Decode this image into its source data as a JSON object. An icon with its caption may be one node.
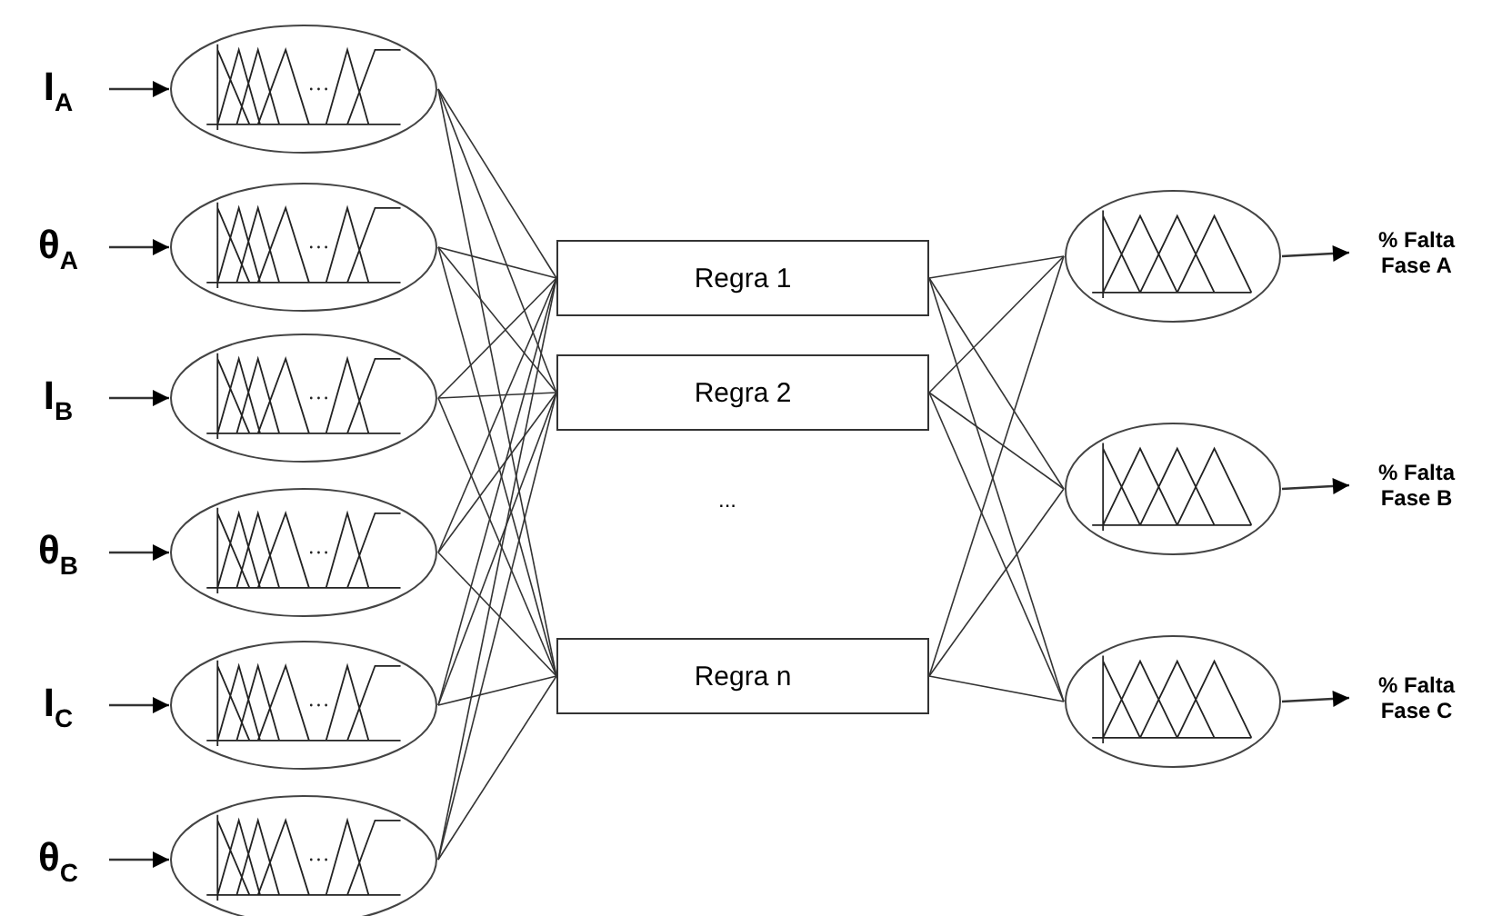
{
  "diagram": {
    "nodes": [
      {
        "text": [
          "I$_{A}$"
        ]
      },
      {
        "text": [
          "θ$_{A}$"
        ]
      },
      {
        "text": [
          "I$_{B}$"
        ]
      },
      {
        "text": [
          "θ$_{B}$"
        ]
      },
      {
        "text": [
          "I$_{C}$"
        ]
      },
      {
        "text": [
          "θ$_{C}$"
        ]
      },
      {
        "text": [],
        "shape": "ellipse"
      },
      {
        "text": [],
        "shape": "ellipse"
      },
      {
        "text": [],
        "shape": "ellipse"
      },
      {
        "text": [],
        "shape": "ellipse"
      },
      {
        "text": [],
        "shape": "ellipse"
      },
      {
        "text": [],
        "shape": "ellipse"
      },
      {
        "text": [
          "Regra 1"
        ]
      },
      {
        "text": [
          "Regra 2"
        ]
      },
      {
        "text": [
          "Regra n"
        ]
      },
      {
        "text": [],
        "shape": "ellipse"
      },
      {
        "text": [],
        "shape": "ellipse"
      },
      {
        "text": [],
        "shape": "ellipse"
      },
      {
        "text": [
          "% Falta Fase A"
        ]
      },
      {
        "text": [
          "% Falta Fase B"
        ]
      },
      {
        "text": [
          "% Falta Fase C"
        ]
      }
    ],
    "edges": [
      {
        "from": 0,
        "to": 6,
        "arrow": "to"
      },
      {
        "from": 1,
        "to": 7,
        "arrow": "to"
      },
      {
        "from": 2,
        "to": 8,
        "arrow": "to"
      },
      {
        "from": 3,
        "to": 9,
        "arrow": "to"
      },
      {
        "from": 4,
        "to": 10,
        "arrow": "to"
      },
      {
        "from": 5,
        "to": 11,
        "arrow": "to"
      },
      {
        "from": 6,
        "to": 12,
        "arrow": "none"
      },
      {
        "from": 6,
        "to": 13,
        "arrow": "none"
      },
      {
        "from": 6,
        "to": 14,
        "arrow": "none"
      },
      {
        "from": 7,
        "to": 12,
        "arrow": "none"
      },
      {
        "from": 7,
        "to": 13,
        "arrow": "none"
      },
      {
        "from": 7,
        "to": 14,
        "arrow": "none"
      },
      {
        "from": 8,
        "to": 12,
        "arrow": "none"
      },
      {
        "from": 8,
        "to": 13,
        "arrow": "none"
      },
      {
        "from": 8,
        "to": 14,
        "arrow": "none"
      },
      {
        "from": 9,
        "to": 12,
        "arrow": "none"
      },
      {
        "from": 9,
        "to": 13,
        "arrow": "none"
      },
      {
        "from": 9,
        "to": 14,
        "arrow": "none"
      },
      {
        "from": 10,
        "to": 12,
        "arrow": "none"
      },
      {
        "from": 10,
        "to": 13,
        "arrow": "none"
      },
      {
        "from": 10,
        "to": 14,
        "arrow": "none"
      },
      {
        "from": 11,
        "to": 12,
        "arrow": "none"
      },
      {
        "from": 11,
        "to": 13,
        "arrow": "none"
      },
      {
        "from": 11,
        "to": 14,
        "arrow": "none"
      },
      {
        "from": 12,
        "to": 15,
        "arrow": "none"
      },
      {
        "from": 12,
        "to": 16,
        "arrow": "none"
      },
      {
        "from": 12,
        "to": 17,
        "arrow": "none"
      },
      {
        "from": 13,
        "to": 15,
        "arrow": "none"
      },
      {
        "from": 13,
        "to": 16,
        "arrow": "none"
      },
      {
        "from": 13,
        "to": 17,
        "arrow": "none"
      },
      {
        "from": 14,
        "to": 15,
        "arrow": "none"
      },
      {
        "from": 14,
        "to": 16,
        "arrow": "none"
      },
      {
        "from": 14,
        "to": 17,
        "arrow": "none"
      },
      {
        "from": 15,
        "to": 18,
        "arrow": "to"
      },
      {
        "from": 16,
        "to": 19,
        "arrow": "to"
      },
      {
        "from": 17,
        "to": 20,
        "arrow": "to"
      }
    ],
    "labels": [
      "..."
    ]
  }
}
